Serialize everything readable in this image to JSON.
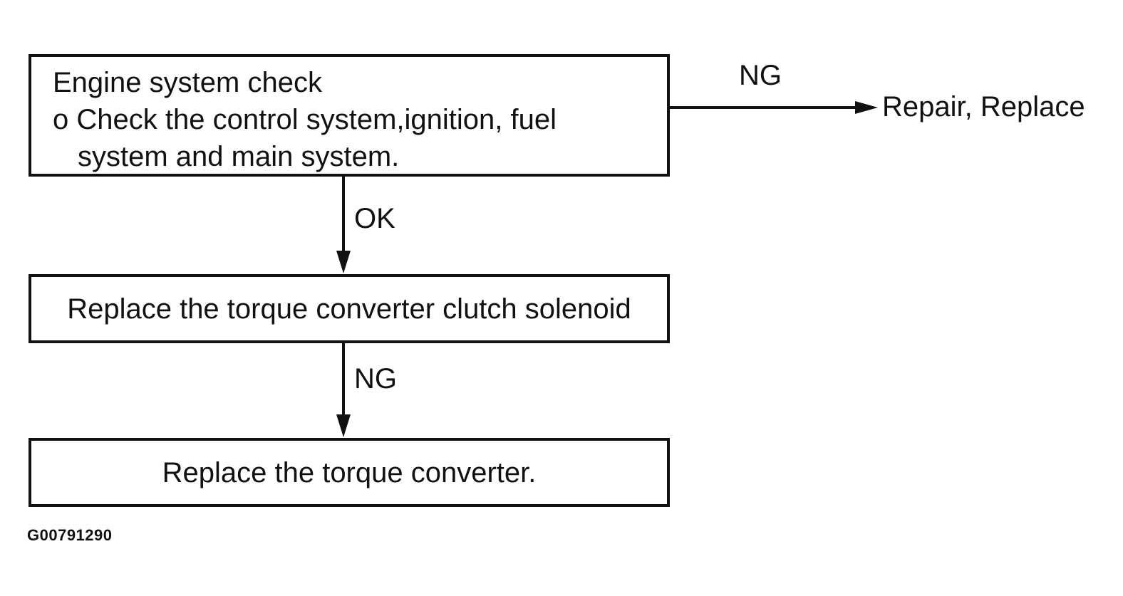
{
  "diagram": {
    "nodes": {
      "engine_check": {
        "title": "Engine system check",
        "line1": "o Check the control system,ignition, fuel",
        "line2": "system and main system."
      },
      "replace_solenoid": {
        "label": "Replace the torque converter clutch solenoid"
      },
      "replace_converter": {
        "label": "Replace the torque converter."
      },
      "repair_replace": {
        "label": "Repair, Replace"
      }
    },
    "edges": {
      "engine_to_repair": {
        "label": "NG"
      },
      "engine_to_solenoid": {
        "label": "OK"
      },
      "solenoid_to_converter": {
        "label": "NG"
      }
    },
    "figure_code": "G00791290",
    "line_color": "#111111"
  }
}
